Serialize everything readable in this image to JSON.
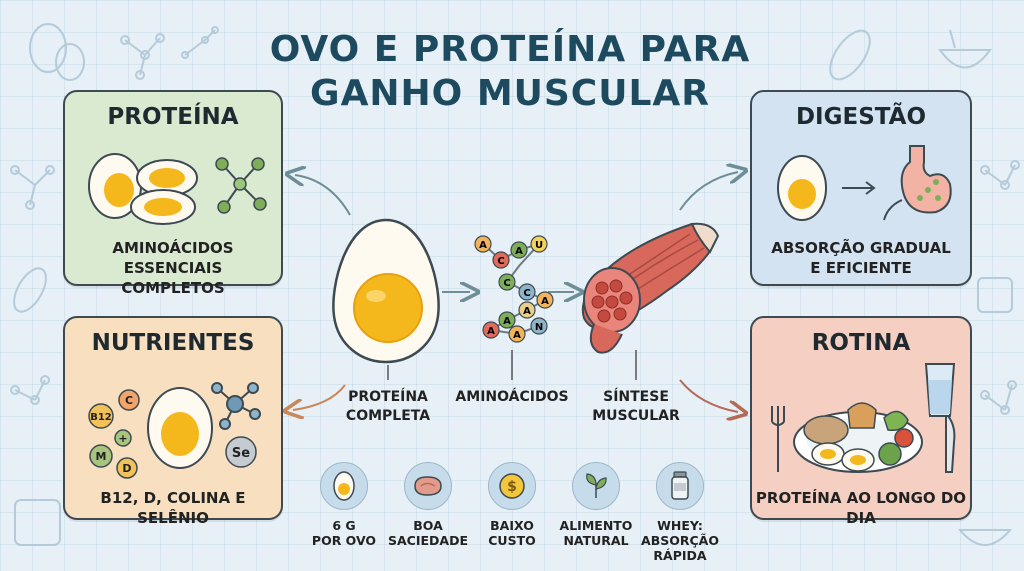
{
  "title": {
    "line1": "OVO E PROTEÍNA PARA",
    "line2": "GANHO MUSCULAR"
  },
  "cards": {
    "protein": {
      "title": "PROTEÍNA",
      "text_line1": "AMINOÁCIDOS ESSENCIAIS",
      "text_line2": "COMPLETOS"
    },
    "nutrients": {
      "title": "NUTRIENTES",
      "text": "B12, D, COLINA E SELÊNIO"
    },
    "digestion": {
      "title": "DIGESTÃO",
      "text_line1": "ABSORÇÃO GRADUAL",
      "text_line2": "E EFICIENTE"
    },
    "routine": {
      "title": "ROTINA",
      "text": "PROTEÍNA AO LONGO DO DIA"
    }
  },
  "nutrient_badges": [
    "B12",
    "C",
    "+",
    "M",
    "D",
    "Se"
  ],
  "amino_letters": [
    "A",
    "C",
    "A",
    "U",
    "C",
    "C",
    "A",
    "A",
    "A",
    "N",
    "A",
    "A"
  ],
  "center": {
    "egg_label_line1": "PROTEÍNA",
    "egg_label_line2": "COMPLETA",
    "amino_label": "AMINOÁCIDOS",
    "muscle_label_line1": "SÍNTESE",
    "muscle_label_line2": "MUSCULAR"
  },
  "benefits": [
    {
      "line1": "6 G",
      "line2": "POR OVO",
      "icon": "egg-icon"
    },
    {
      "line1": "BOA",
      "line2": "SACIEDADE",
      "icon": "steak-icon"
    },
    {
      "line1": "BAIXO",
      "line2": "CUSTO",
      "icon": "coin-icon"
    },
    {
      "line1": "ALIMENTO",
      "line2": "NATURAL",
      "icon": "leaf-icon"
    },
    {
      "line1": "WHEY:",
      "line2": "ABSORÇÃO",
      "line3": "RÁPIDA",
      "icon": "whey-jar-icon"
    }
  ],
  "colors": {
    "title": "#1d4a5e",
    "protein_card": "#d9ead0",
    "nutrients_card": "#f7dfbf",
    "digestion_card": "#d3e3f1",
    "routine_card": "#f5cfc1",
    "yolk": "#f4b81c"
  }
}
